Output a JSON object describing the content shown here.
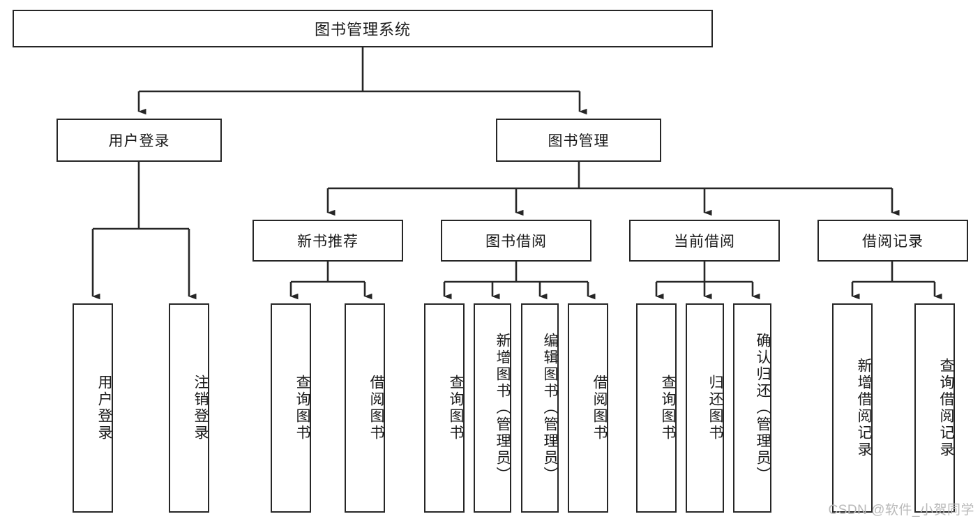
{
  "diagram": {
    "title": "图书管理系统",
    "type": "tree-hierarchy",
    "root": {
      "label": "图书管理系统"
    },
    "level2": [
      {
        "label": "用户登录"
      },
      {
        "label": "图书管理"
      }
    ],
    "level3": [
      {
        "label": "新书推荐"
      },
      {
        "label": "图书借阅"
      },
      {
        "label": "当前借阅"
      },
      {
        "label": "借阅记录"
      }
    ],
    "leaves": {
      "user_login": [
        {
          "label": "用户登录"
        },
        {
          "label": "注销登录"
        }
      ],
      "new_book_recommend": [
        {
          "label": "查询图书"
        },
        {
          "label": "借阅图书"
        }
      ],
      "book_borrow": [
        {
          "label": "查询图书"
        },
        {
          "label": "新增图书（管理员）"
        },
        {
          "label": "编辑图书（管理员）"
        },
        {
          "label": "借阅图书"
        }
      ],
      "current_borrow": [
        {
          "label": "查询图书"
        },
        {
          "label": "归还图书"
        },
        {
          "label": "确认归还（管理员）"
        }
      ],
      "borrow_record": [
        {
          "label": "新增借阅记录"
        },
        {
          "label": "查询借阅记录"
        }
      ]
    }
  },
  "watermark": {
    "text": "CSDN @软件_小贺同学"
  },
  "colors": {
    "stroke": "#262626",
    "box_fill": "#ffffff",
    "text": "#1a1a1a",
    "watermark": "#b9b9b9",
    "background": "#ffffff"
  }
}
